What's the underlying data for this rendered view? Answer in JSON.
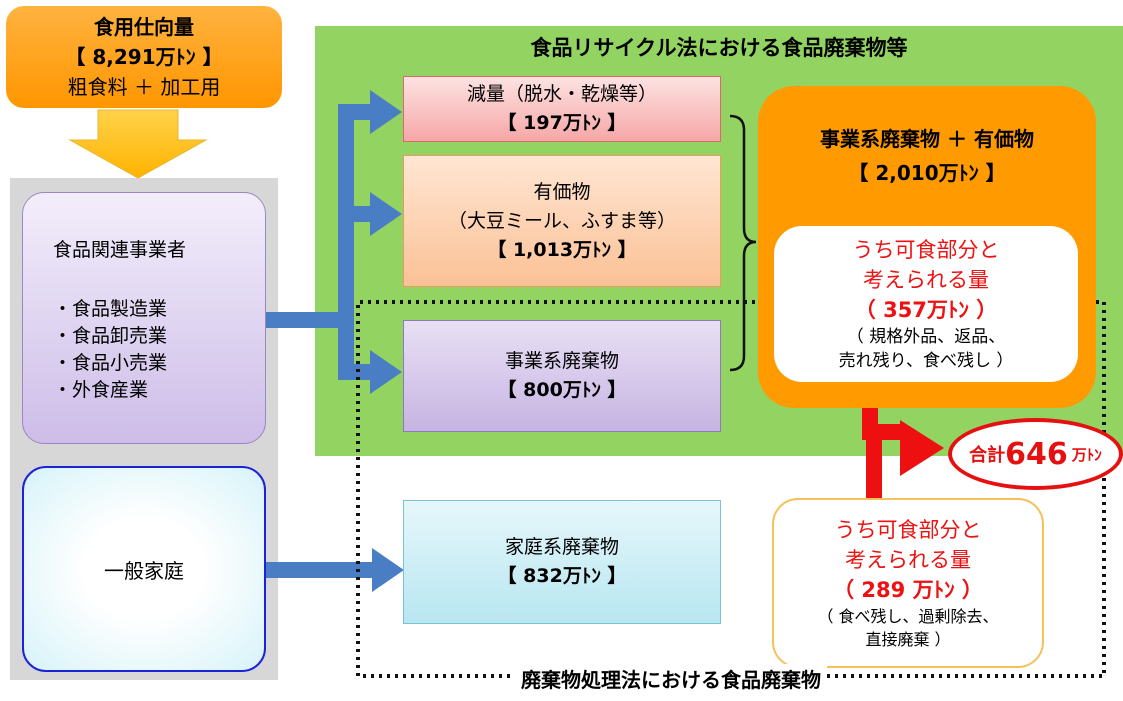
{
  "supply": {
    "title": "食用仕向量",
    "amount": "【 8,291万ﾄﾝ 】",
    "composition": "粗食料 ＋ 加工用"
  },
  "recycling_law": {
    "title": "食品リサイクル法における食品廃棄物等"
  },
  "waste_management_law": {
    "title": "廃棄物処理法における食品廃棄物"
  },
  "food_businesses": {
    "title": "食品関連事業者",
    "items": [
      "・食品製造業",
      "・食品卸売業",
      "・食品小売業",
      "・外食産業"
    ]
  },
  "households": {
    "title": "一般家庭"
  },
  "reduction": {
    "title": "減量（脱水・乾燥等）",
    "amount": "【 197万ﾄﾝ 】"
  },
  "valuables": {
    "title": "有価物",
    "examples": "（大豆ミール、ふすま等）",
    "amount": "【 1,013万ﾄﾝ 】"
  },
  "business_waste": {
    "title": "事業系廃棄物",
    "amount": "【 800万ﾄﾝ 】"
  },
  "household_waste": {
    "title": "家庭系廃棄物",
    "amount": "【 832万ﾄﾝ 】"
  },
  "business_total": {
    "title": "事業系廃棄物 ＋ 有価物",
    "amount": "【 2,010万ﾄﾝ 】"
  },
  "edible_business": {
    "line1": "うち可食部分と",
    "line2": "考えられる量",
    "amount": "（ 357万ﾄﾝ ）",
    "note1": "（ 規格外品、返品、",
    "note2": "売れ残り、食べ残し ）"
  },
  "edible_household": {
    "line1": "うち可食部分と",
    "line2": "考えられる量",
    "amount": "（ 289 万ﾄﾝ ）",
    "note1": "（ 食べ残し、過剰除去、",
    "note2": "直接廃棄 ）"
  },
  "grand_total": {
    "label": "合計",
    "value": "646",
    "unit": "万ﾄﾝ"
  },
  "colors": {
    "green_panel": "#93d362",
    "orange": "#ff9a00",
    "red": "#ee1111",
    "arrow_blue": "#4a7ec4"
  }
}
